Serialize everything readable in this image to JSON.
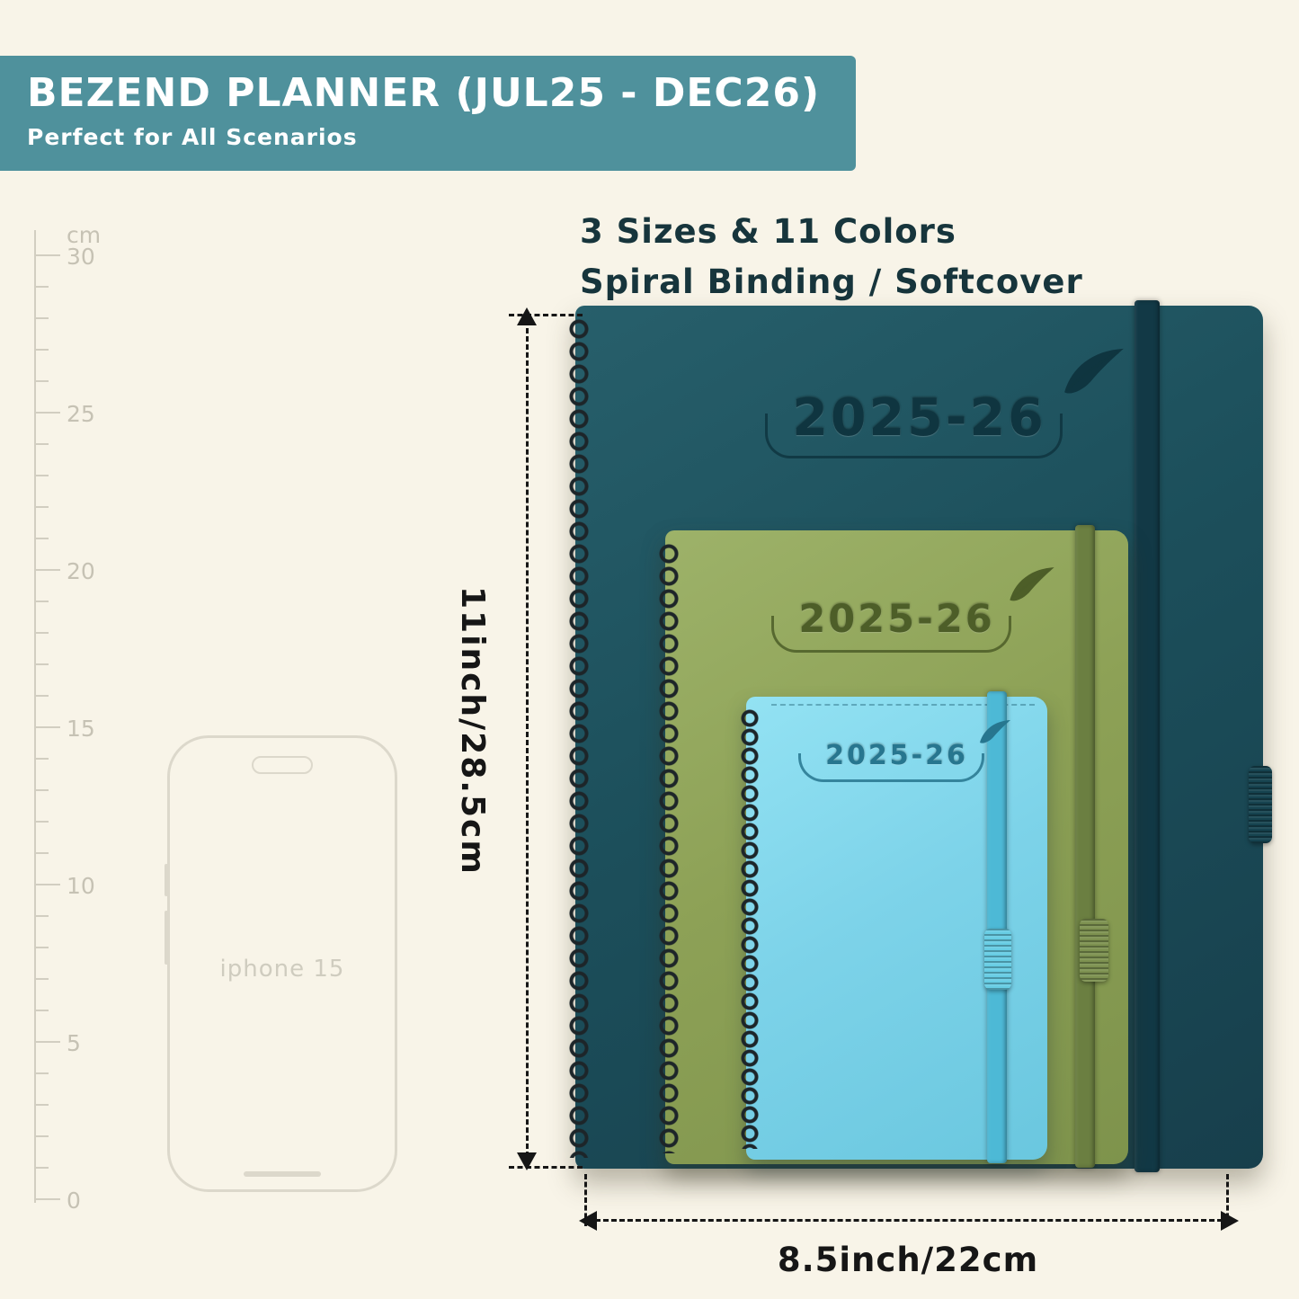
{
  "header": {
    "title": "BEZEND PLANNER (JUL25 - DEC26)",
    "subtitle": "Perfect for All Scenarios",
    "bg_color": "#4f919c",
    "text_color": "#ffffff"
  },
  "features": {
    "line1": "3 Sizes & 11 Colors",
    "line2": "Spiral Binding / Softcover"
  },
  "ruler": {
    "unit": "cm",
    "labels": [
      "30",
      "25",
      "20",
      "15",
      "10",
      "5",
      "0"
    ]
  },
  "phone": {
    "label": "iphone 15"
  },
  "planners": {
    "large": {
      "year": "2025-26",
      "cover_color": "#1c4f5b",
      "band_color": "#123946"
    },
    "medium": {
      "year": "2025-26",
      "cover_color": "#8da156",
      "band_color": "#6b7f41"
    },
    "small": {
      "year": "2025-26",
      "cover_color": "#7dd3e9",
      "band_color": "#4db9d6"
    }
  },
  "dimensions": {
    "height_label": "11inch/28.5cm",
    "width_label": "8.5inch/22cm"
  },
  "background_color": "#f8f4e8"
}
